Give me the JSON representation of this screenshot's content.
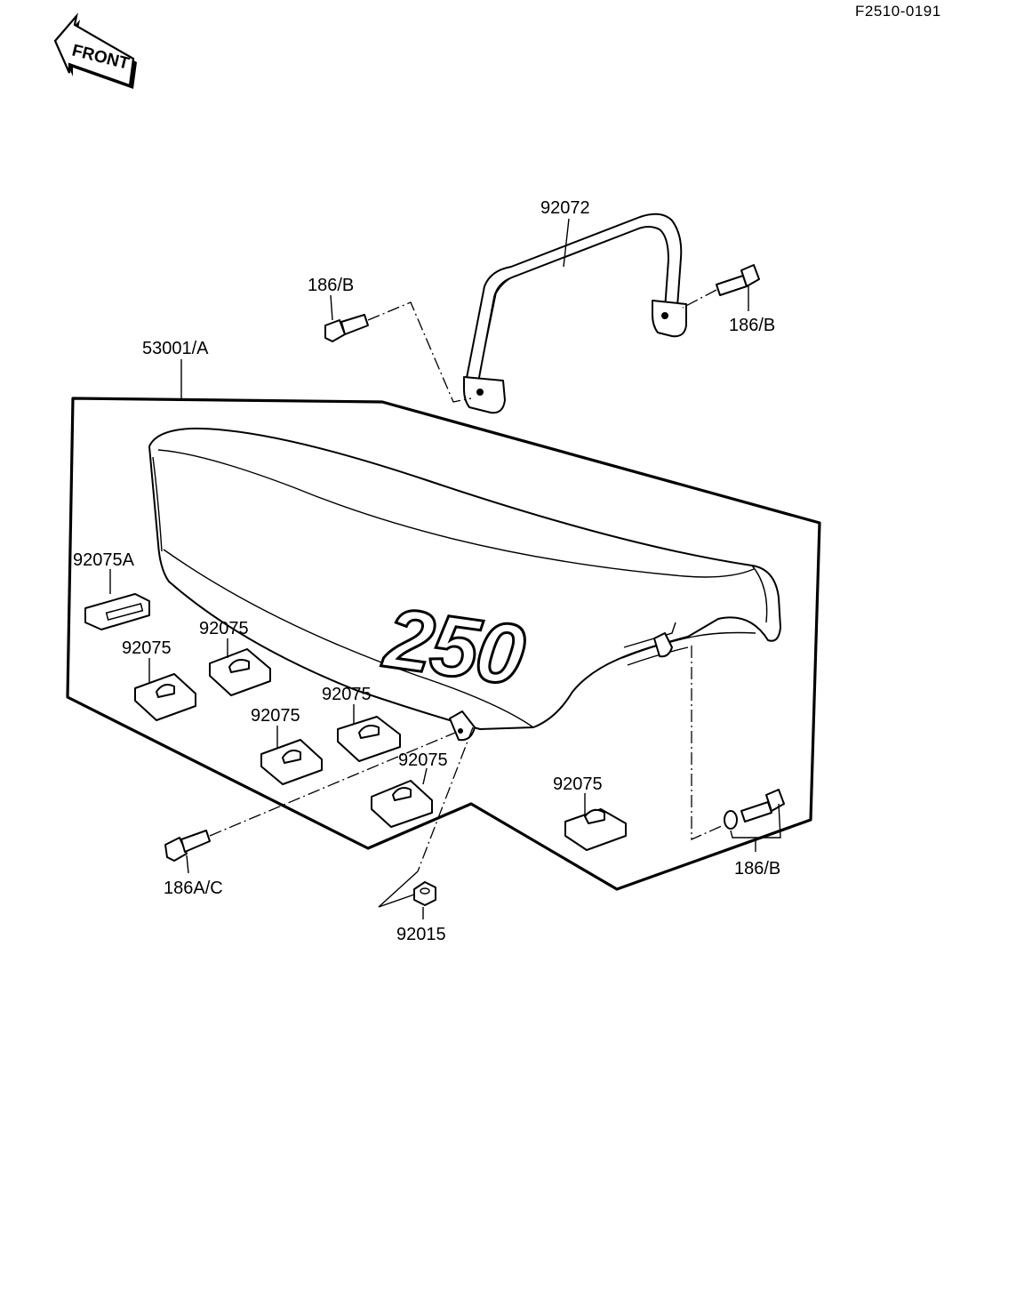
{
  "ref_code": "F2510-0191",
  "front_arrow": {
    "label": "FRONT",
    "icon": "front-arrow-icon"
  },
  "logo_250": "250",
  "callouts": {
    "handle": "92072",
    "bolt_left_top": "186/B",
    "bolt_right_top": "186/B",
    "seat": "53001/A",
    "pad_a": "92075A",
    "pad_1": "92075",
    "pad_2": "92075",
    "pad_3": "92075",
    "pad_4": "92075",
    "pad_5": "92075",
    "pad_6": "92075",
    "bolt_front": "186A/C",
    "nut": "92015",
    "bolt_rear": "186/B"
  }
}
